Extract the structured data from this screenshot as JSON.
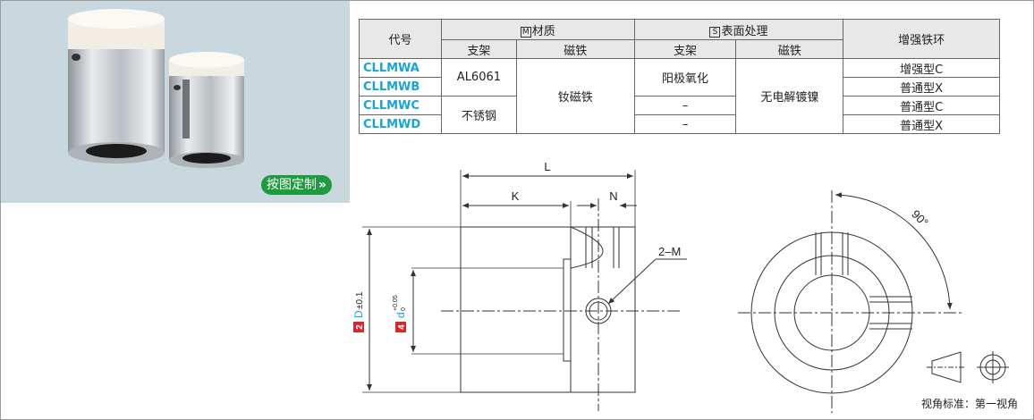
{
  "photo": {
    "cta_label": "按图定制",
    "cta_chevron": "»"
  },
  "table": {
    "header": {
      "code": "代号",
      "material": {
        "icon": "M",
        "label": "材质"
      },
      "surface": {
        "icon": "S",
        "label": "表面处理"
      },
      "ring": "增强铁环",
      "sub": [
        "支架",
        "磁铁",
        "支架",
        "磁铁"
      ]
    },
    "codes": [
      "CLLMWA",
      "CLLMWB",
      "CLLMWC",
      "CLLMWD"
    ],
    "bracket_material": [
      "AL6061",
      "不锈钢"
    ],
    "magnet_material": "钕磁铁",
    "bracket_surface": [
      "阳极氧化",
      "–",
      "–"
    ],
    "magnet_surface": "无电解镀镍",
    "ring": [
      "增强型C",
      "普通型X",
      "普通型C",
      "普通型X"
    ]
  },
  "drawing": {
    "L": "L",
    "K": "K",
    "N": "N",
    "M": "2–M",
    "D_num": "2",
    "D": "D",
    "D_tol": "±0.1",
    "d_num": "4",
    "d": "d",
    "d_tol_upper": "+0.05",
    "d_tol_lower": "0",
    "angle": "90°",
    "view_note": "视角标准：第一视角"
  },
  "colors": {
    "green": "#1f9a3f",
    "code_blue": "#1aa3d6",
    "badge_red": "#d9262c"
  }
}
